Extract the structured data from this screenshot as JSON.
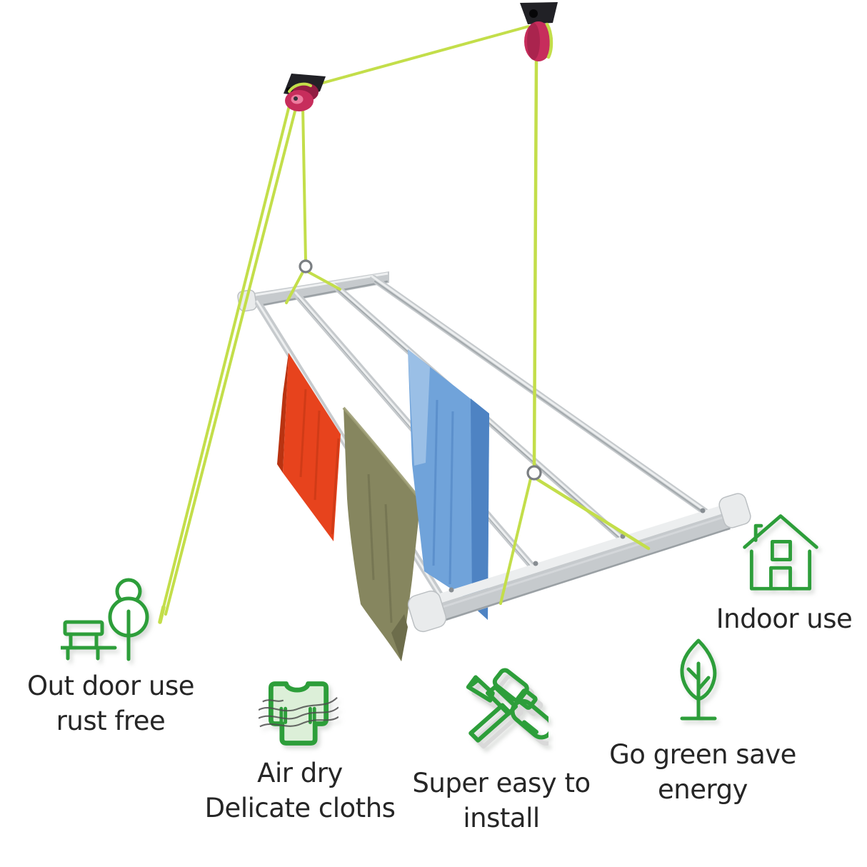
{
  "colors": {
    "bg": "#ffffff",
    "text": "#262626",
    "icon_green": "#2d9e3a",
    "icon_green_fill": "#dcefd8",
    "airflow_gray": "#4f4f4f",
    "tool_shadow": "#d9d9d9",
    "rope": "#c3de4a",
    "ring_stroke": "#7a7e82",
    "pulley_wheel": "#c72d5c",
    "pulley_wheel_dark": "#921d43",
    "pulley_bracket": "#212126",
    "steel_light": "#eceeef",
    "steel_mid": "#c6cacd",
    "steel_dark": "#9aa0a4",
    "end_cap": "#e9ebec",
    "cloth_red": "#e7431d",
    "cloth_red_dark": "#b93311",
    "cloth_olive": "#86865f",
    "cloth_olive_dark": "#6d6d4b",
    "cloth_blue": "#70a3da",
    "cloth_blue_dark": "#4e83c3",
    "cloth_blue_light": "#a8c8ea"
  },
  "features": [
    {
      "id": "outdoor",
      "icon": "bench-tree-icon",
      "lines": [
        "Out door use",
        "rust free"
      ]
    },
    {
      "id": "air-dry",
      "icon": "shirt-airflow-icon",
      "lines": [
        "Air dry",
        "Delicate cloths"
      ]
    },
    {
      "id": "install",
      "icon": "tools-icon",
      "lines": [
        "Super easy to",
        "install"
      ]
    },
    {
      "id": "go-green",
      "icon": "leaf-icon",
      "lines": [
        "Go green save",
        "energy"
      ]
    },
    {
      "id": "indoor",
      "icon": "house-icon",
      "lines": [
        "Indoor use"
      ]
    }
  ]
}
